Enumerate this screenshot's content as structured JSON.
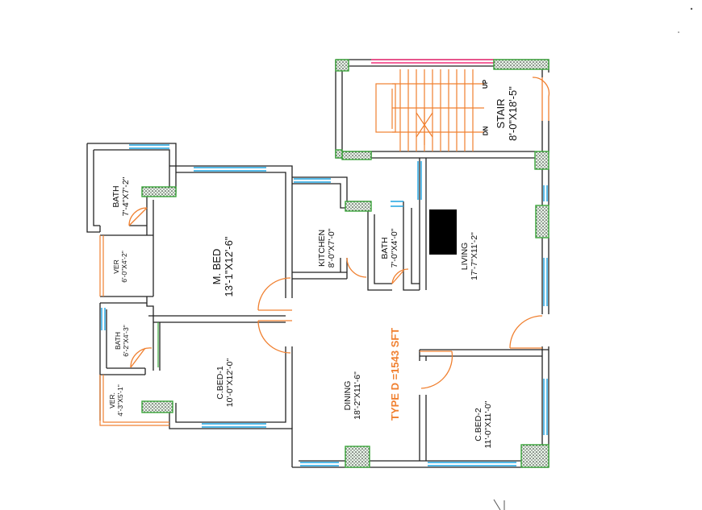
{
  "plan": {
    "type_label": "TYPE D =1543 SFT",
    "colors": {
      "wall": "#222222",
      "window": "#1da3e0",
      "door": "#f08030",
      "column": "#3aa53a",
      "railing": "#f0307a",
      "stair": "#f08030",
      "type_label": "#f08030"
    },
    "stair_markers": {
      "up": "UP",
      "down": "DN"
    },
    "rooms": [
      {
        "id": "stair",
        "name": "STAIR",
        "size": "8'-0\"X18'-5\""
      },
      {
        "id": "bath-top",
        "name": "BATH",
        "size": "7'-4\"X7'-2\""
      },
      {
        "id": "mbed",
        "name": "M. BED",
        "size": "13'-1\"X12'-6\""
      },
      {
        "id": "kitchen",
        "name": "KITCHEN",
        "size": "8'-0\"X7'-0\""
      },
      {
        "id": "bath-mid",
        "name": "BATH",
        "size": "7'-0\"X4'-0\""
      },
      {
        "id": "living",
        "name": "LIVING",
        "size": "17'-7\"X11'-2\""
      },
      {
        "id": "ver-1",
        "name": "VER",
        "size": "6'-0\"X4'-2\""
      },
      {
        "id": "bath-small",
        "name": "BATH",
        "size": "6'-2\"X4'-3\""
      },
      {
        "id": "cbed1",
        "name": "C.BED-1",
        "size": "10'-0\"X12'-0\""
      },
      {
        "id": "ver-2",
        "name": "VER.",
        "size": "4'-3\"X5'-1\""
      },
      {
        "id": "dining",
        "name": "DINING",
        "size": "18'-2\"X11'-6\""
      },
      {
        "id": "cbed2",
        "name": "C.BED-2",
        "size": "11'-0\"X11'-0\""
      }
    ]
  }
}
